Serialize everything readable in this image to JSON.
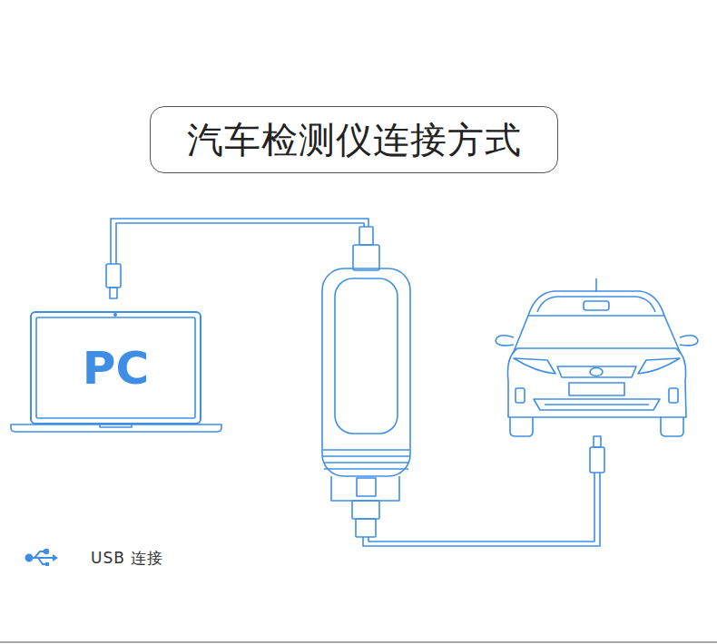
{
  "diagram": {
    "title": "汽车检测仪连接方式",
    "nodes": [
      {
        "text": [
          "PC"
        ]
      }
    ],
    "legend": [
      {
        "text": "USB 连接"
      }
    ]
  }
}
